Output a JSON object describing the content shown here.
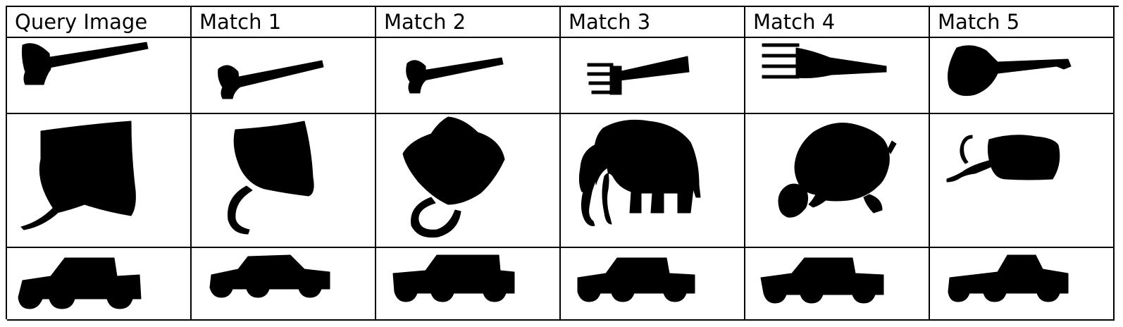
{
  "table": {
    "headers": [
      "Query Image",
      "Match 1",
      "Match 2",
      "Match 3",
      "Match 4",
      "Match 5"
    ],
    "rows": [
      [
        "hammer-icon",
        "hammer-icon",
        "hammer-icon",
        "fork-icon",
        "fork-icon",
        "key-icon"
      ],
      [
        "stingray-icon",
        "stingray-icon",
        "stingray-icon",
        "elephant-icon",
        "turtle-icon",
        "stingray-icon"
      ],
      [
        "car-icon",
        "car-icon",
        "car-icon",
        "car-icon",
        "car-icon",
        "car-icon"
      ]
    ]
  }
}
